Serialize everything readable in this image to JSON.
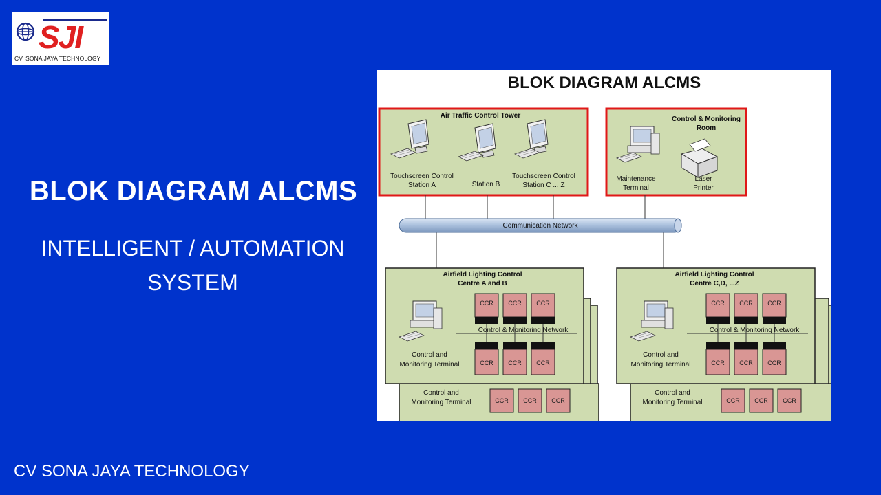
{
  "logo": {
    "mark": "SJI",
    "caption": "CV. SONA JAYA TECHNOLOGY",
    "icon": "globe-icon",
    "colors": {
      "red": "#e02020",
      "blue": "#1a2a8c"
    }
  },
  "slide": {
    "title": "BLOK DIAGRAM ALCMS",
    "subtitle": "INTELLIGENT / AUTOMATION SYSTEM",
    "footer": "CV SONA JAYA TECHNOLOGY",
    "background": "#0033cc"
  },
  "diagram": {
    "title": "BLOK DIAGRAM ALCMS",
    "atc": {
      "title": "Air Traffic Control Tower",
      "stations": [
        {
          "line1": "Touchscreen Control",
          "line2": "Station A"
        },
        {
          "line1": "Station B",
          "line2": ""
        },
        {
          "line1": "Touchscreen Control",
          "line2": "Station C ... Z"
        }
      ]
    },
    "cmr": {
      "title1": "Control & Monitoring",
      "title2": "Room",
      "items": [
        {
          "line1": "Maintenance",
          "line2": "Terminal"
        },
        {
          "line1": "Laser",
          "line2": "Printer"
        }
      ]
    },
    "network": "Communication Network",
    "centres": [
      {
        "title1": "Airfield Lighting Control",
        "title2": "Centre A and B"
      },
      {
        "title1": "Airfield Lighting Control",
        "title2": "Centre C,D, ...Z"
      }
    ],
    "ccr": "CCR",
    "inner_network": "Control & Monitoring Network",
    "terminal": {
      "line1": "Control and",
      "line2": "Monitoring Terminal"
    },
    "colors": {
      "panel": "#cfdcb0",
      "red": "#e01818",
      "ccr": "#d99694",
      "pipe": "#a9bfdc"
    }
  }
}
